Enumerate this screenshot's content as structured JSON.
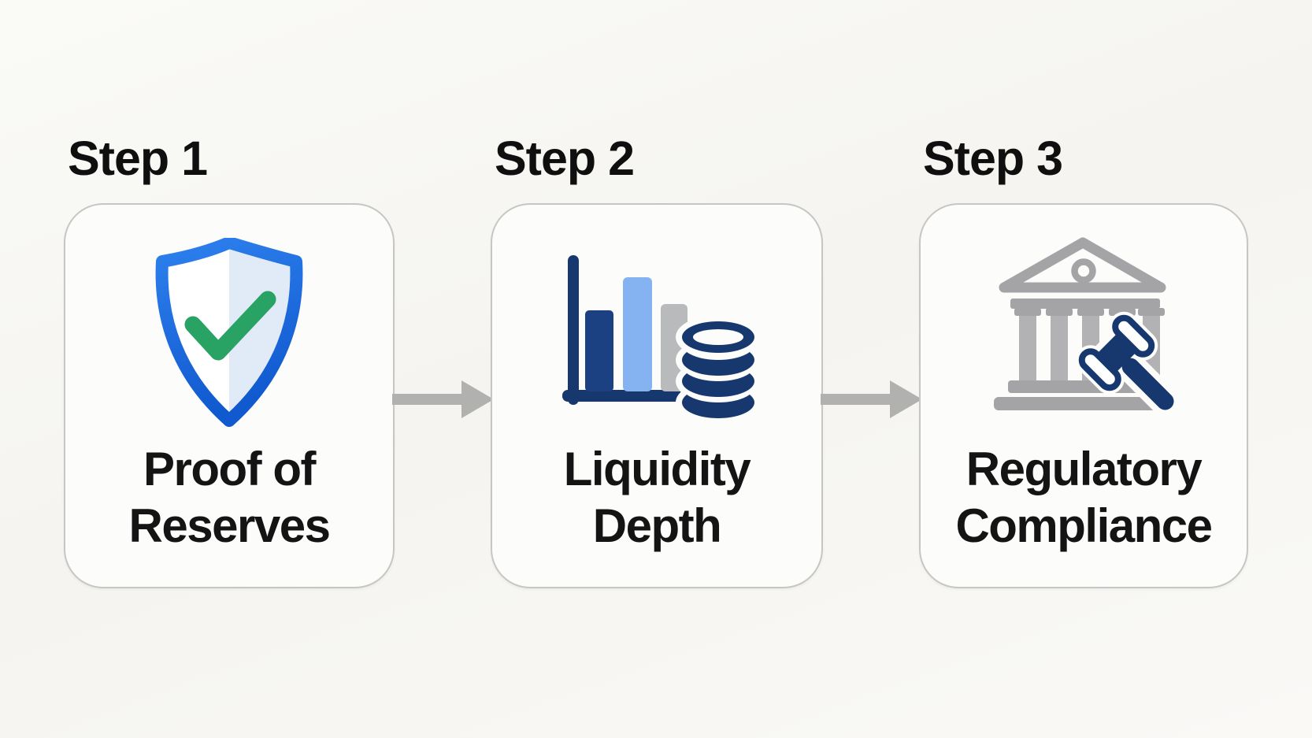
{
  "figure": {
    "steps": [
      {
        "label": "Step 1",
        "title": [
          "Proof of",
          "Reserves"
        ],
        "icon": "shield-check-icon"
      },
      {
        "label": "Step 2",
        "title": [
          "Liquidity",
          "Depth"
        ],
        "icon": "bar-chart-coins-icon"
      },
      {
        "label": "Step 3",
        "title": [
          "Regulatory",
          "Compliance"
        ],
        "icon": "bank-gavel-icon"
      }
    ],
    "connectors": [
      "arrow-step1-to-step2",
      "arrow-step2-to-step3"
    ],
    "colors": {
      "background": "#f7f6f2",
      "card_background": "#fcfcfb",
      "card_border": "#c6c6c4",
      "heading_text": "#0f0f0f",
      "title_text": "#141414",
      "arrow_gray": "#b1b1b0",
      "navy": "#17386f",
      "bar_navy": "#1b4183",
      "bar_light_blue": "#85b2f0",
      "bar_gray": "#b9babc",
      "shield_blue_top": "#2e80ee",
      "shield_blue_bottom": "#1059cf",
      "shield_tint": "#e1ebf8",
      "check_green": "#28a363",
      "bank_gray": "#a4a4a6"
    }
  }
}
